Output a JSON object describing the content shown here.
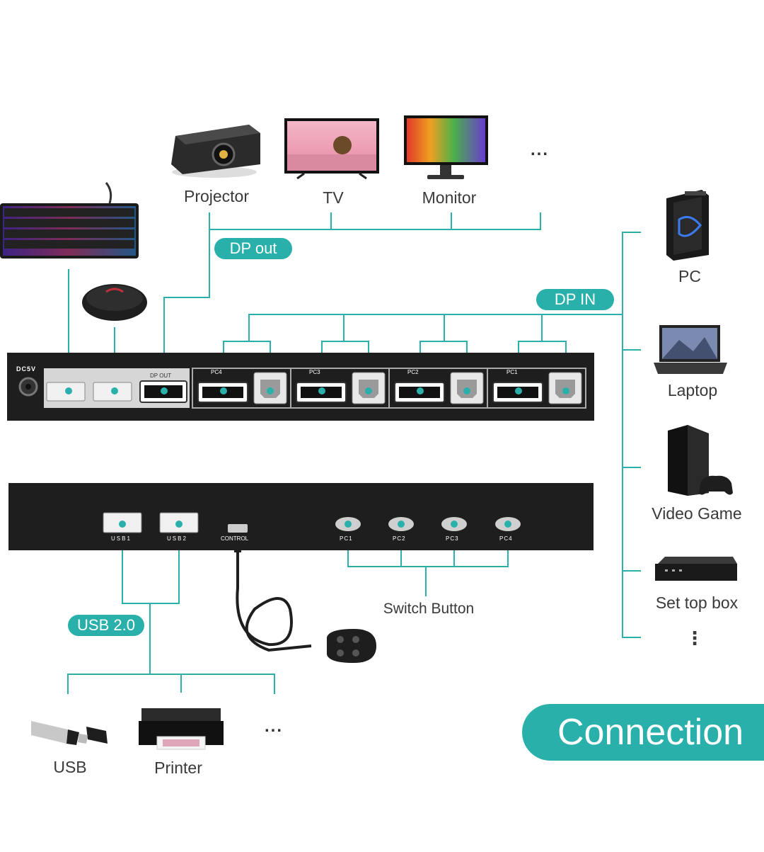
{
  "output_devices": {
    "projector": "Projector",
    "tv": "TV",
    "monitor": "Monitor",
    "more": "..."
  },
  "tags": {
    "dp_out": "DP out",
    "dp_in": "DP IN",
    "usb": "USB 2.0"
  },
  "front_panel": {
    "power": "DC5V",
    "dp_out_port": "DP OUT",
    "ports": [
      "PC4",
      "PC3",
      "PC2",
      "PC1"
    ]
  },
  "back_panel": {
    "usb1": "USB1",
    "usb2": "USB2",
    "control": "CONTROL",
    "buttons": [
      "PC1",
      "PC2",
      "PC3",
      "PC4"
    ],
    "switch_label": "Switch Button"
  },
  "sources": {
    "pc": "PC",
    "laptop": "Laptop",
    "video_game": "Video Game",
    "set_top_box": "Set top box",
    "more": "⋮"
  },
  "usb_devices": {
    "usb": "USB",
    "printer": "Printer",
    "more": "..."
  },
  "banner": "Connection",
  "colors": {
    "accent": "#2ab0aa",
    "device": "#1e1e1e"
  }
}
